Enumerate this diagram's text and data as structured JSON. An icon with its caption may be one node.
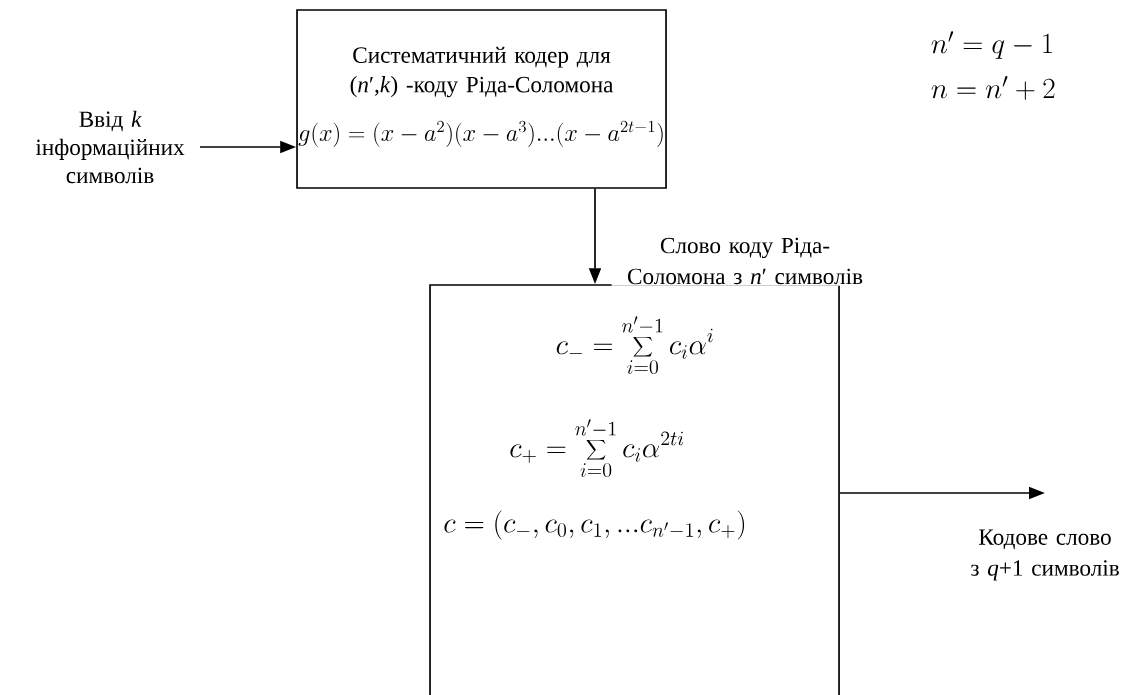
{
  "diagram": {
    "nodes": [
      {
        "text": [
          "Систематичний кодер для (*n*′,*k*) -коду Ріда-Соломона",
          "g(x)=(x-a^{2})(x-a^{3})...(x-a^{2t-1})"
        ]
      },
      {
        "text": [
          "c_{-}=\\sum_{i=0}^{n'-1}c_{i}\\alpha^{i}",
          "c_{+}=\\sum_{i=0}^{n'-1}c_{i}\\alpha^{2ti}",
          "c=(c_{-},c_{0},c_{1},...c_{n'-1},c_{+})"
        ]
      },
      {
        "text": [
          "Ввід *k* інформаційних символів"
        ]
      }
    ],
    "edges": [
      {
        "from": 2,
        "to": 0,
        "arrow": "to"
      },
      {
        "from": 0,
        "to": 1,
        "arrow": "to",
        "label": "Слово коду Ріда-Соломона з *n*′ символів"
      },
      {
        "from": 1,
        "to": null,
        "arrow": "to",
        "label": "Кодове слово з *q*+1 символів"
      }
    ],
    "labels": [
      "n'=q-1",
      "n=n'+2"
    ]
  }
}
